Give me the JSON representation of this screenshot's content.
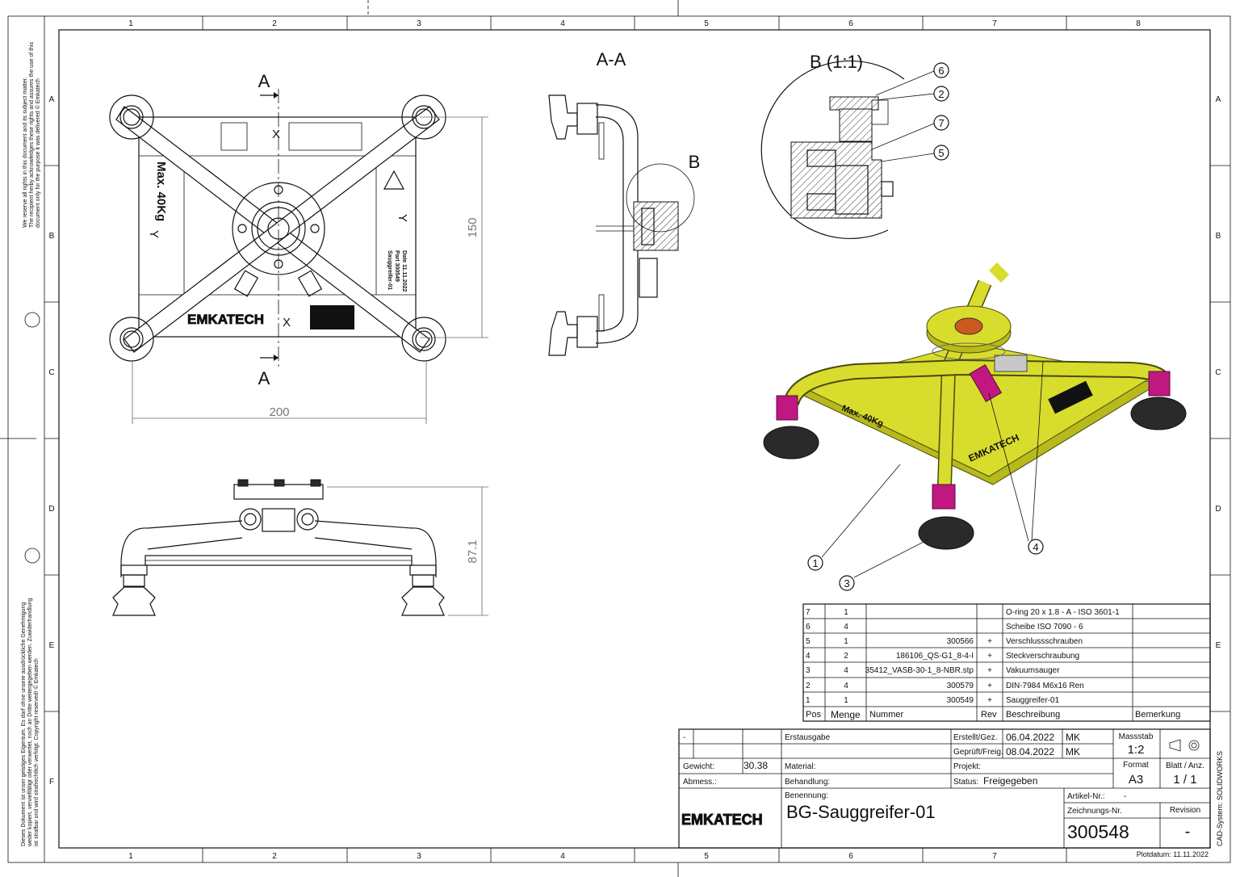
{
  "grid": {
    "columns": [
      "1",
      "2",
      "3",
      "4",
      "5",
      "6",
      "7",
      "8"
    ],
    "rows": [
      "A",
      "B",
      "C",
      "D",
      "E",
      "F"
    ]
  },
  "side_notes": {
    "top": [
      "We reserve all rights in this document and its subject matter.",
      "The recipient herby acknowledges these rights and assures the use of this",
      "document only for the purpose it was delivered    © Emkatech"
    ],
    "bottom": [
      "Dieses Dokument ist unser geistiges Eigentum. Es darf ohne unsere ausdrückliche Genehmigung",
      "weder kopiert, vervielfältigt oder verwertet, noch an Dritte weitergegeben werden. Zuwiderhandlung",
      "ist strafbar und wird strafrechtlich verfolgt.         Copyright reserved!     © Emkatech"
    ]
  },
  "views": {
    "section_marker": "A",
    "section_title": "A-A",
    "detail_marker": "B",
    "detail_title": "B (1:1)",
    "dim_width": "200",
    "dim_height": "150",
    "dim_side_height": "87.1",
    "plate_text_max": "Max. 40Kg",
    "plate_logo": "EMKATECH",
    "axis_x": "X",
    "axis_y": "Y",
    "plate_part_lines": [
      "Sauggreifer-01",
      "Part 300549",
      "Date 11.11.2022"
    ]
  },
  "balloons": {
    "detail": [
      "6",
      "2",
      "7",
      "5"
    ],
    "iso": [
      "1",
      "3",
      "4"
    ]
  },
  "bom": {
    "headers": [
      "Pos",
      "Menge",
      "Nummer",
      "Rev",
      "Beschreibung",
      "Bemerkung"
    ],
    "rows": [
      {
        "pos": "7",
        "menge": "1",
        "nummer": "",
        "rev": "",
        "desc": "O-ring 20 x 1.8 - A - ISO 3601-1",
        "bem": ""
      },
      {
        "pos": "6",
        "menge": "4",
        "nummer": "",
        "rev": "",
        "desc": "Scheibe ISO 7090 - 6",
        "bem": ""
      },
      {
        "pos": "5",
        "menge": "1",
        "nummer": "300566",
        "rev": "+",
        "desc": "Verschlussschrauben",
        "bem": ""
      },
      {
        "pos": "4",
        "menge": "2",
        "nummer": "186106_QS-G1_8-4-I",
        "rev": "+",
        "desc": "Steckverschraubung",
        "bem": ""
      },
      {
        "pos": "3",
        "menge": "4",
        "nummer": "35412_VASB-30-1_8-NBR.stp",
        "rev": "+",
        "desc": "Vakuumsauger",
        "bem": ""
      },
      {
        "pos": "2",
        "menge": "4",
        "nummer": "300579",
        "rev": "+",
        "desc": "DIN-7984 M6x16 Ren",
        "bem": ""
      },
      {
        "pos": "1",
        "menge": "1",
        "nummer": "300549",
        "rev": "+",
        "desc": "Sauggreifer-01",
        "bem": ""
      }
    ]
  },
  "title_block": {
    "rev_dash": "-",
    "erstausgabe": "Erstausgabe",
    "erstellt_label": "Erstellt/Gez.",
    "erstellt_date": "06.04.2022",
    "erstellt_by": "MK",
    "geprueft_label": "Geprüft/Freig.",
    "geprueft_date": "08.04.2022",
    "geprueft_by": "MK",
    "massstab_label": "Massstab",
    "massstab": "1:2",
    "gewicht_label": "Gewicht:",
    "gewicht": "30.38",
    "material_label": "Material:",
    "projekt_label": "Projekt:",
    "format_label": "Format",
    "format": "A3",
    "blatt_label": "Blatt / Anz.",
    "blatt": "1 / 1",
    "abmess_label": "Abmess.:",
    "behandlung_label": "Behandlung:",
    "status_label": "Status:",
    "status": "Freigegeben",
    "benennung_label": "Benennung:",
    "benennung": "BG-Sauggreifer-01",
    "artikel_label": "Artikel-Nr.:",
    "artikel": "-",
    "zeichnung_label": "Zeichnungs-Nr.",
    "zeichnung": "300548",
    "revision_label": "Revision",
    "revision": "-",
    "logo": "EMKATECH",
    "cad_system": "CAD-System: SOLIDWORKS",
    "plotdatum": "Plotdatum: 11.11.2022"
  }
}
